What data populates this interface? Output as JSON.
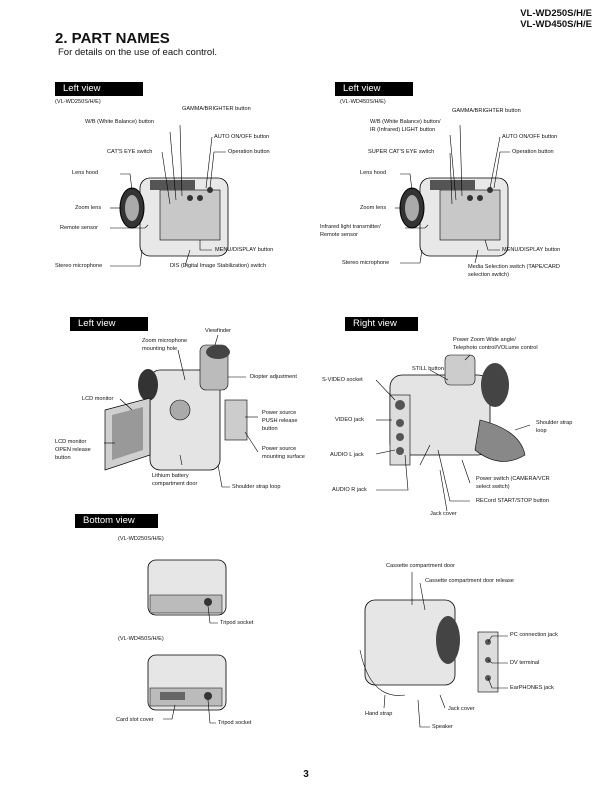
{
  "header": {
    "model1": "VL-WD250S/H/E",
    "model2": "VL-WD450S/H/E"
  },
  "title": "2. PART NAMES",
  "subtitle": "For details on the use of each control.",
  "panel1": {
    "tag": "Left view",
    "variant": "(VL-WD250S/H/E)",
    "labels": [
      "GAMMA/BRIGHTER button",
      "W/B (White Balance) button",
      "AUTO ON/OFF button",
      "CAT'S EYE switch",
      "Operation button",
      "Lens hood",
      "Zoom lens",
      "Remote sensor",
      "MENU/DISPLAY button",
      "Stereo microphone",
      "DIS (Digital Image Stabilization) switch"
    ]
  },
  "panel2": {
    "tag": "Left view",
    "variant": "(VL-WD450S/H/E)",
    "labels": [
      "GAMMA/BRIGHTER button",
      "W/B (White Balance) button/",
      "IR (Infrared) LIGHT button",
      "AUTO ON/OFF button",
      "SUPER CAT'S EYE switch",
      "Operation button",
      "Lens hood",
      "Zoom lens",
      "Infrared light transmitter/",
      "Remote sensor",
      "MENU/DISPLAY button",
      "Stereo microphone",
      "Media Selection switch (TAPE/CARD",
      "selection switch)"
    ]
  },
  "panel3": {
    "tag": "Left view",
    "labels": [
      "Viewfinder",
      "Zoom microphone",
      "mounting hole",
      "Diopter adjustment",
      "LCD monitor",
      "Power source",
      "PUSH release",
      "button",
      "LCD monitor",
      "OPEN release",
      "button",
      "Power source",
      "mounting surface",
      "Lithium battery",
      "compartment door",
      "Shoulder strap loop"
    ]
  },
  "panel4": {
    "tag": "Right view",
    "labels": [
      "Power Zoom Wide angle/",
      "Telephoto control/VOLume control",
      "STILL button",
      "S-VIDEO socket",
      "VIDEO jack",
      "Shoulder strap",
      "loop",
      "AUDIO L jack",
      "Power switch (CAMERA/VCR",
      "select switch)",
      "AUDIO R jack",
      "RECord START/STOP button",
      "Jack cover"
    ]
  },
  "panel5": {
    "tag": "Bottom view",
    "variant1": "(VL-WD250S/H/E)",
    "variant2": "(VL-WD450S/H/E)",
    "labels": [
      "Tripod socket",
      "Card slot cover",
      "Tripod socket"
    ]
  },
  "panel6": {
    "labels": [
      "Cassette compartment door",
      "Cassette compartment door release",
      "PC connection jack",
      "DV terminal",
      "EarPHONES jack",
      "Hand strap",
      "Jack cover",
      "Speaker"
    ]
  },
  "page_number": "3"
}
